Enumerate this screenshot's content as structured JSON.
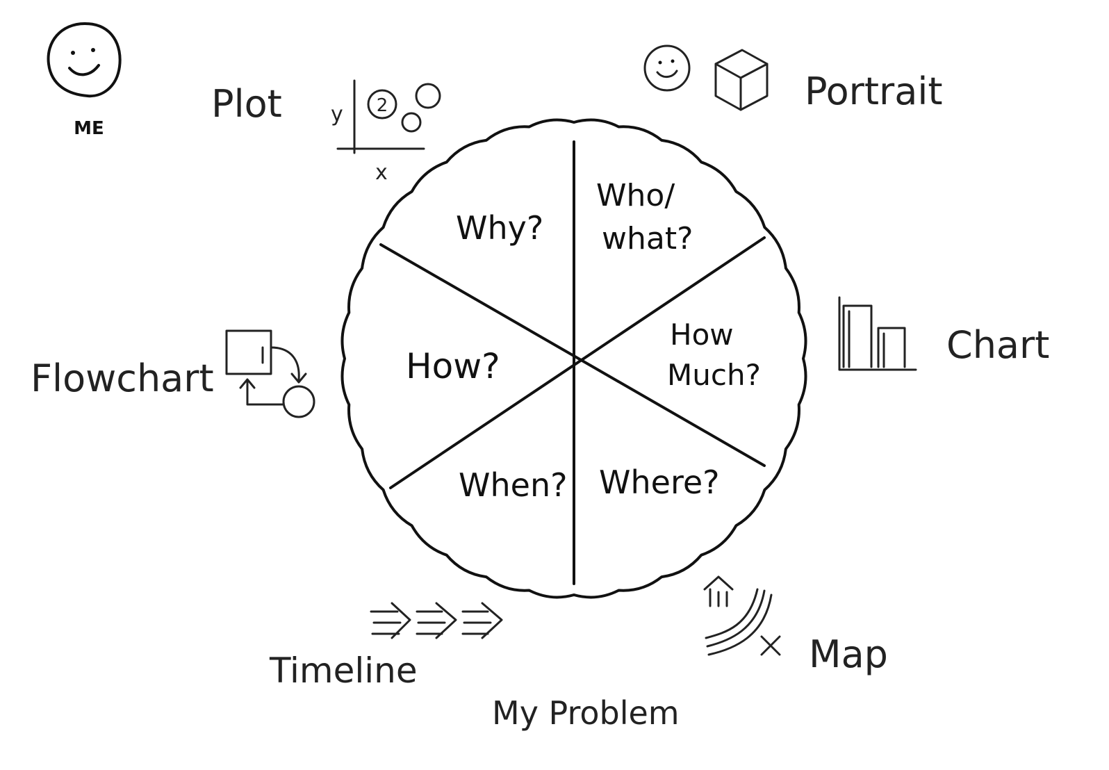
{
  "me_label": "ME",
  "problem_label": "My Problem",
  "wheel": {
    "why": "Why?",
    "who_line1": "Who/",
    "who_line2": "what?",
    "how": "How?",
    "howmuch_line1": "How",
    "howmuch_line2": "Much?",
    "when": "When?",
    "where": "Where?"
  },
  "visuals": {
    "plot": "Plot",
    "plot_y": "y",
    "plot_x": "x",
    "plot_bubble": "2",
    "portrait": "Portrait",
    "chart": "Chart",
    "flowchart": "Flowchart",
    "timeline": "Timeline",
    "map": "Map"
  },
  "colors": {
    "ink": "#111111",
    "paper": "#ffffff"
  },
  "icons": [
    "smiley-face-icon",
    "small-smiley-icon",
    "cube-icon",
    "scatter-plot-icon",
    "bar-chart-icon",
    "flowchart-icon",
    "arrows-icon",
    "map-icon"
  ]
}
